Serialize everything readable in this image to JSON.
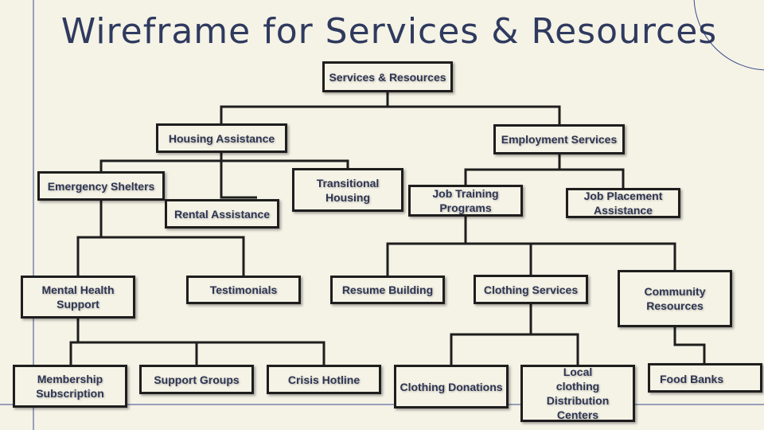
{
  "title": "Wireframe for Services & Resources",
  "nodes": {
    "root": "Services & Resources",
    "housing": "Housing Assistance",
    "employment": "Employment Services",
    "emergency": "Emergency Shelters",
    "rental": "Rental Assistance",
    "transitional": "Transitional Housing",
    "job_training": "Job Training Programs",
    "job_placement": "Job Placement Assistance",
    "mental_health": "Mental Health Support",
    "testimonials": "Testimonials",
    "resume": "Resume Building",
    "clothing_services": "Clothing Services",
    "community": "Community Resources",
    "membership": "Membership Subscription",
    "support_groups": "Support Groups",
    "crisis": "Crisis Hotline",
    "clothing_donations": "Clothing Donations",
    "local_clothing": "Local clothing Distribution Centers",
    "food_banks": "Food Banks"
  },
  "colors": {
    "background": "#f5f3e6",
    "text": "#2e3552",
    "accent_line": "#3a4a8c"
  }
}
